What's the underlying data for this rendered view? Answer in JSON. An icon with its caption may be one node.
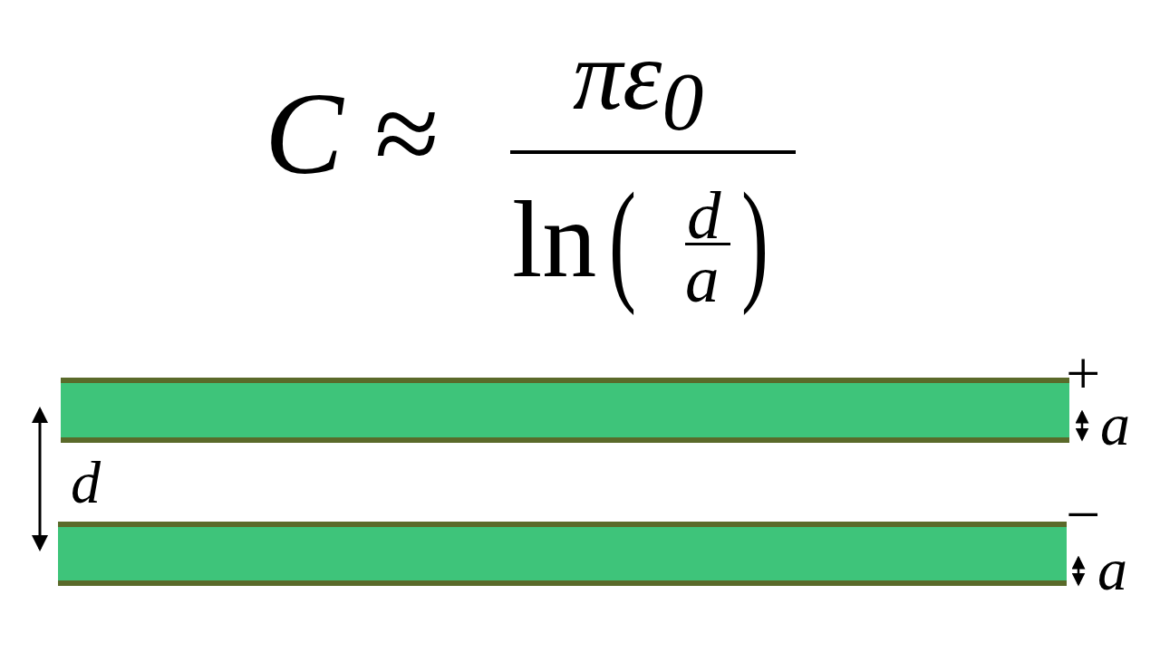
{
  "diagram": {
    "labels": [
      "C ≈",
      "πε$_{0}$",
      "ln",
      "(",
      "d",
      "a",
      ")",
      "+",
      "a",
      "d",
      "−",
      "a"
    ]
  }
}
